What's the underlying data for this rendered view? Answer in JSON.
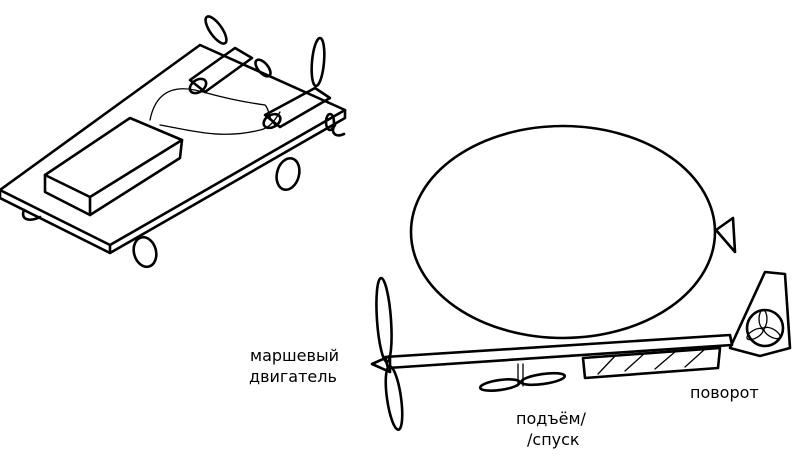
{
  "labels": {
    "main_engine_line1": "маршевый",
    "main_engine_line2": "двигатель",
    "lift_line1": "подъём/",
    "lift_line2": "/спуск",
    "turn": "поворот"
  }
}
